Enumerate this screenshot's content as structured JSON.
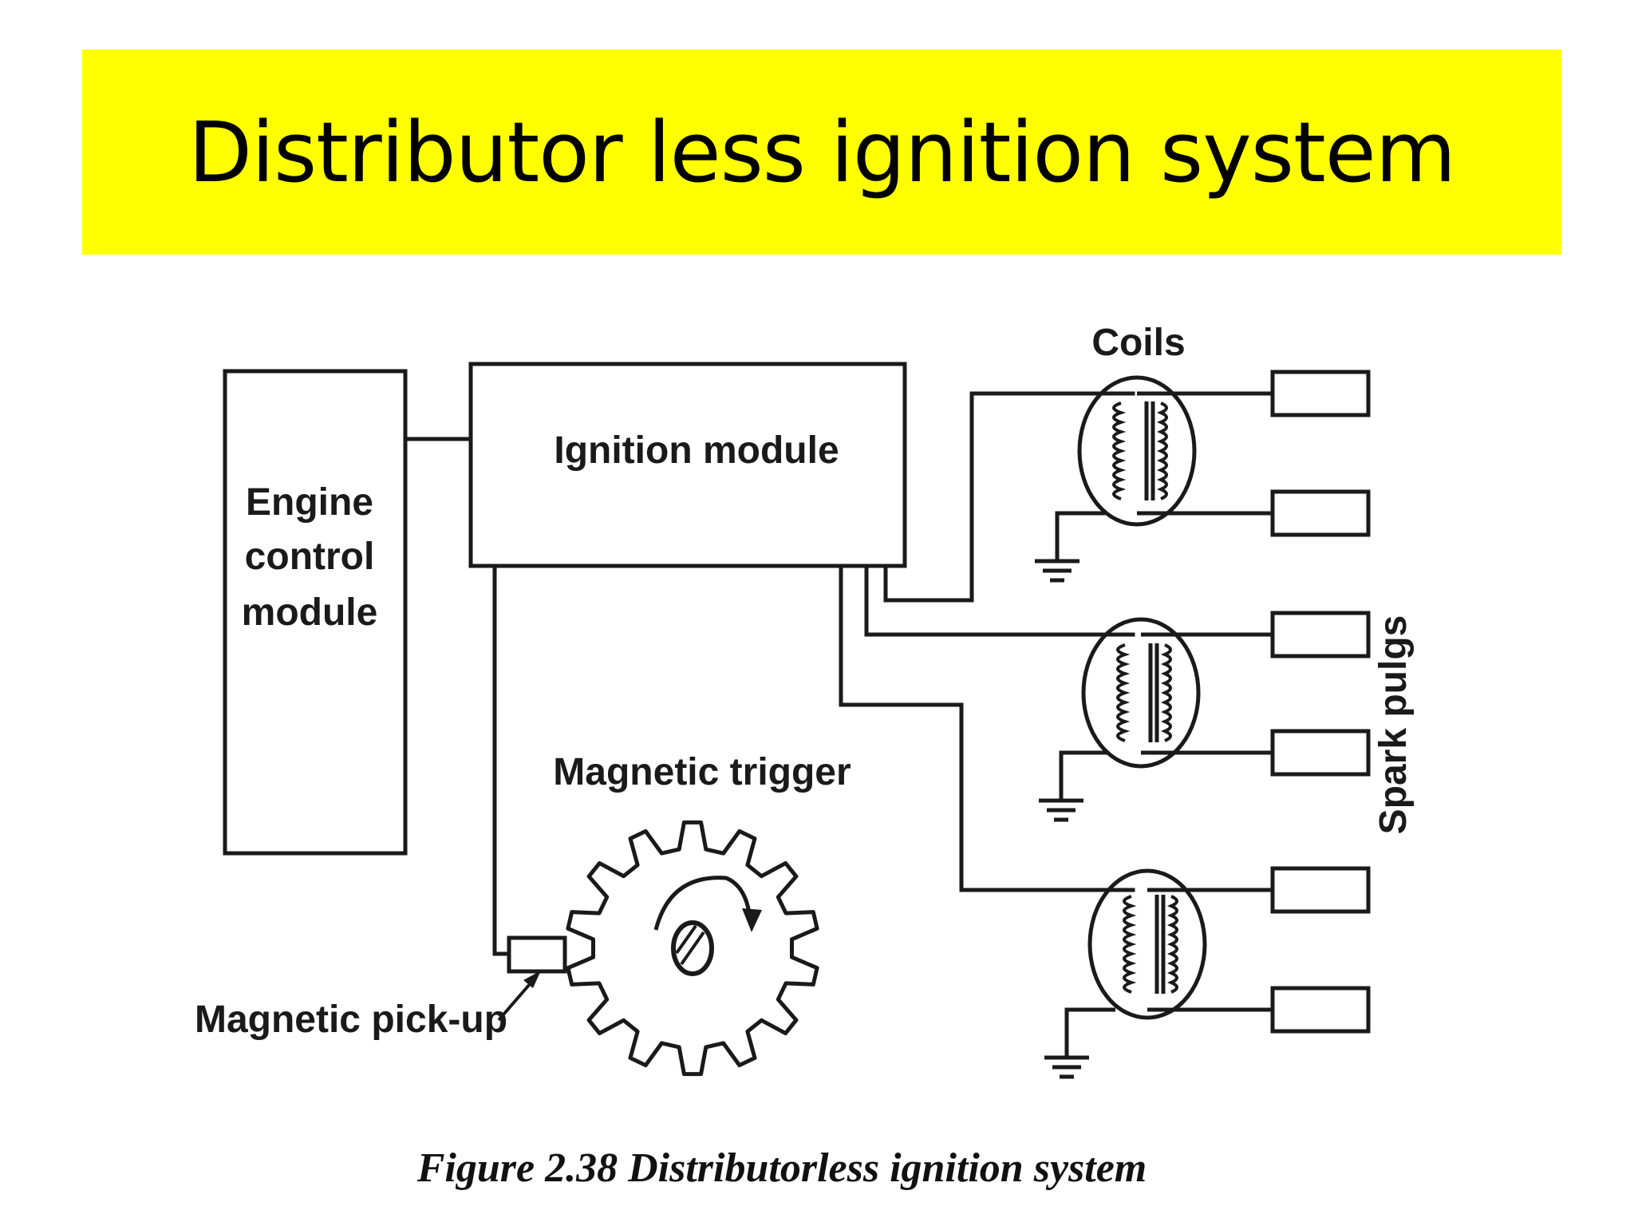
{
  "slide": {
    "title": "Distributor less ignition system",
    "title_bg_color": "#ffff00"
  },
  "diagram": {
    "blocks": {
      "engine_control_module": [
        "Engine",
        "control",
        "module"
      ],
      "ignition_module": "Ignition module"
    },
    "labels": {
      "coils": "Coils",
      "spark_plugs": "Spark pulgs",
      "magnetic_trigger": "Magnetic trigger",
      "magnetic_pickup": "Magnetic pick-up"
    },
    "caption": "Figure 2.38 Distributorless ignition system",
    "coil_count": 3,
    "trigger_teeth": 14
  }
}
